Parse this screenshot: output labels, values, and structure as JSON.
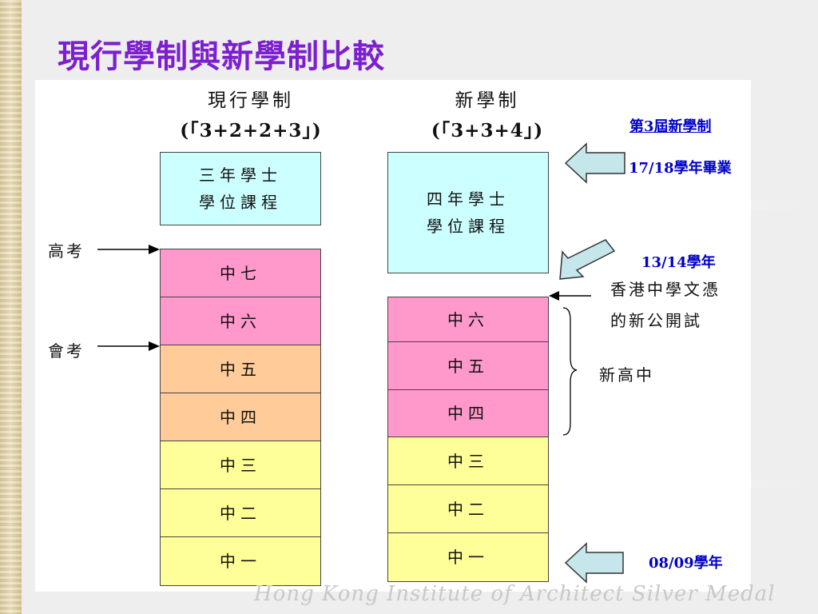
{
  "title": "現行學制與新學制比較",
  "current": {
    "name": "現行學制",
    "formula": "(「3+2+2+3」)",
    "degree": [
      "三年學士",
      "學位課程"
    ],
    "levels": [
      "中七",
      "中六",
      "中五",
      "中四",
      "中三",
      "中二",
      "中一"
    ]
  },
  "new": {
    "name": "新學制",
    "formula": "(「3+3+4」)",
    "degree": [
      "四年學士",
      "學位課程"
    ],
    "levels": [
      "中六",
      "中五",
      "中四",
      "中三",
      "中二",
      "中一"
    ]
  },
  "exams": {
    "alevel": "高考",
    "hkcee": "會考"
  },
  "annotations": {
    "cohort": "第3屆新學制",
    "graduation": "17/18學年畢業",
    "dse_year": "13/14學年",
    "dse_name": [
      "香港中學文憑",
      "的新公開試"
    ],
    "senior_secondary": "新高中",
    "start_year": "08/09學年"
  },
  "colors": {
    "title": "#7b1fd0",
    "degree": "#ccffff",
    "pink": "#ff99cc",
    "peach": "#ffcc99",
    "yellow": "#ffff99",
    "arrow_fill": "#c5e6ea",
    "annotation": "#0000cc"
  },
  "watermark": "Hong Kong Institute of Architect Silver Medal"
}
